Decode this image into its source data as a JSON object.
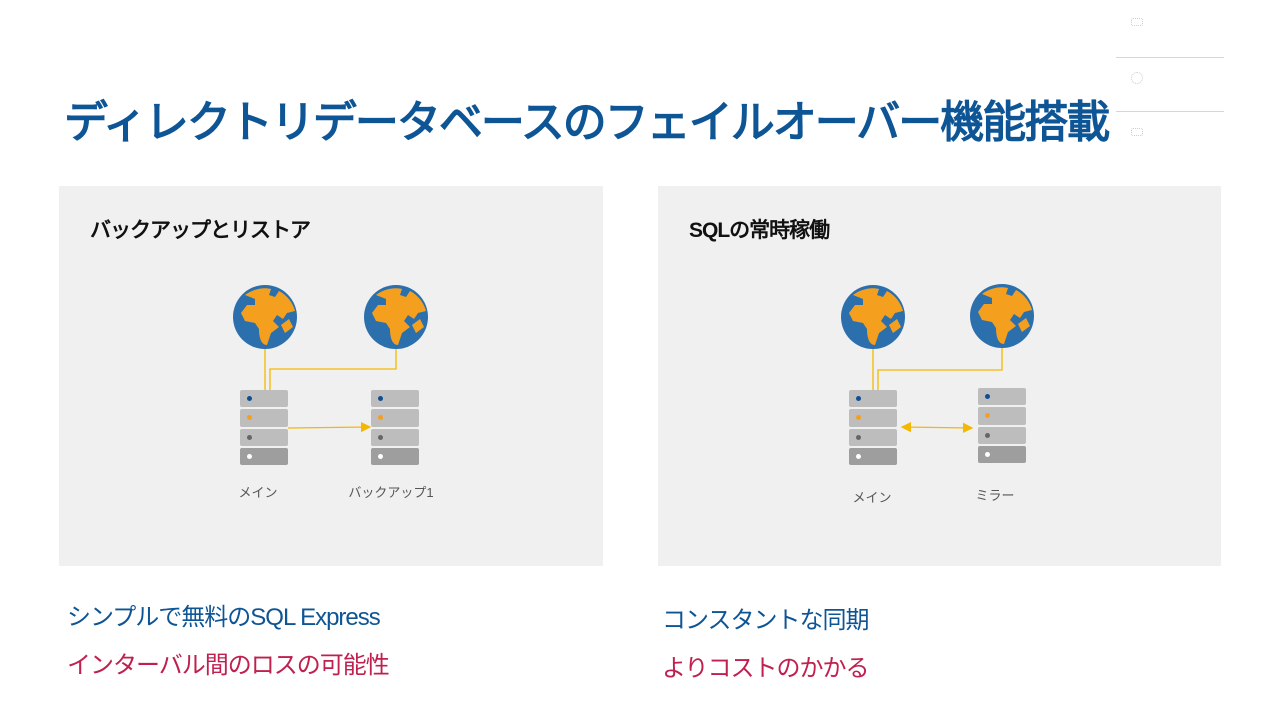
{
  "slide": {
    "title": "ディレクトリデータベースのフェイルオーバー機能搭載"
  },
  "left_panel": {
    "title": "バックアップとリストア",
    "servers": [
      {
        "label": "メイン"
      },
      {
        "label": "バックアップ1"
      }
    ],
    "points": [
      {
        "text": "シンプルで無料のSQL Express",
        "color": "#0e5596"
      },
      {
        "text": "インターバル間のロスの可能性",
        "color": "#c0204e"
      }
    ]
  },
  "right_panel": {
    "title": "SQLの常時稼働",
    "servers": [
      {
        "label": "メイン"
      },
      {
        "label": "ミラー"
      }
    ],
    "points": [
      {
        "text": "コンスタントな同期",
        "color": "#0e5596"
      },
      {
        "text": "よりコストのかかる",
        "color": "#c0204e"
      }
    ]
  },
  "colors": {
    "accent": "#0e5596",
    "alert": "#c0204e",
    "link_line": "#f5b800",
    "globe_ocean": "#2b6fad",
    "globe_land": "#f59f1f"
  },
  "icons": [
    "globe-icon",
    "server-icon",
    "arrow-icon"
  ]
}
